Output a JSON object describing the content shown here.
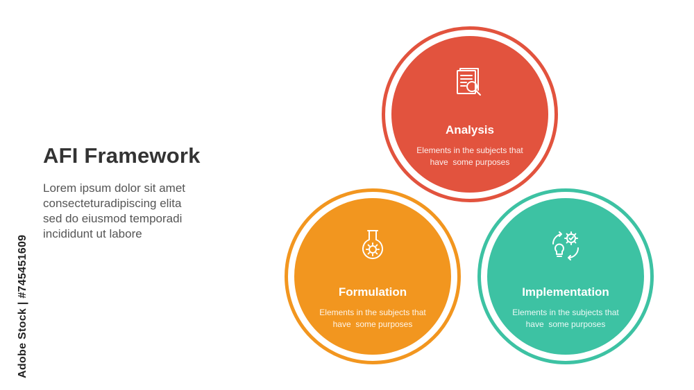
{
  "slide": {
    "title": "AFI Framework",
    "body_lines": [
      "Lorem ipsum dolor sit amet",
      "consecteturadipiscing elita",
      "sed do eiusmod temporadi",
      "incididunt ut labore"
    ],
    "watermark": "Adobe Stock | #745451609"
  },
  "nodes": [
    {
      "title": "Analysis",
      "desc_lines": [
        "Elements in the subjects that",
        "have  some purposes"
      ],
      "color": "#e2533e",
      "icon": "document-search-icon"
    },
    {
      "title": "Formulation",
      "desc_lines": [
        "Elements in the subjects that",
        "have  some purposes"
      ],
      "color": "#f2961f",
      "icon": "flask-gear-icon"
    },
    {
      "title": "Implementation",
      "desc_lines": [
        "Elements in the subjects that",
        "have  some purposes"
      ],
      "color": "#3dc2a3",
      "icon": "gear-lightbulb-cycle-icon"
    }
  ]
}
